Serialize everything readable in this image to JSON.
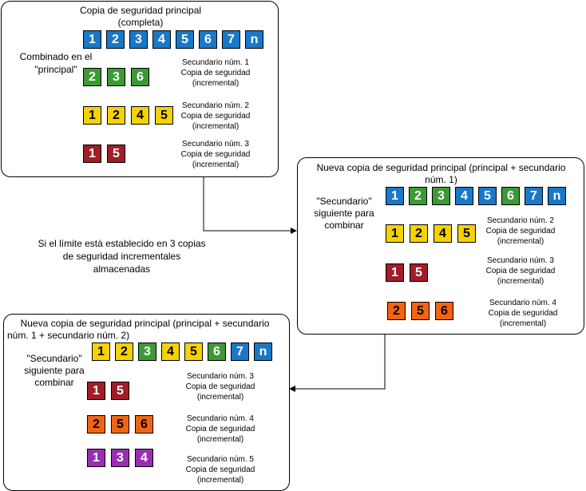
{
  "panels": [
    {
      "title_line1": "Copia de seguridad principal",
      "title_line2": "(completa)",
      "merge_note_line1": "Combinado en el",
      "merge_note_line2": "\"principal\"",
      "main_row": [
        "1",
        "2",
        "3",
        "4",
        "5",
        "6",
        "7",
        "n"
      ],
      "secondaries": [
        {
          "cells": [
            "2",
            "3",
            "6"
          ],
          "name": "Secundario núm. 1",
          "line2": "Copia de seguridad",
          "line3": "(incremental)"
        },
        {
          "cells": [
            "1",
            "2",
            "4",
            "5"
          ],
          "name": "Secundario núm. 2",
          "line2": "Copia de seguridad",
          "line3": "(incremental)"
        },
        {
          "cells": [
            "1",
            "5"
          ],
          "name": "Secundario núm. 3",
          "line2": "Copia de seguridad",
          "line3": "(incremental)"
        }
      ]
    },
    {
      "title_line1": "Nueva copia de seguridad principal (principal + secundario",
      "title_line2": "núm. 1)",
      "merge_note_line1": "\"Secundario\"",
      "merge_note_line2": "siguiente para",
      "merge_note_line3": "combinar",
      "main_row": [
        "1",
        "2",
        "3",
        "4",
        "5",
        "6",
        "7",
        "n"
      ],
      "secondaries": [
        {
          "cells": [
            "1",
            "2",
            "4",
            "5"
          ],
          "name": "Secundario núm. 2",
          "line2": "Copia de seguridad",
          "line3": "(incremental)"
        },
        {
          "cells": [
            "1",
            "5"
          ],
          "name": "Secundario núm. 3",
          "line2": "Copia de seguridad",
          "line3": "(incremental)"
        },
        {
          "cells": [
            "2",
            "5",
            "6"
          ],
          "name": "Secundario núm. 4",
          "line2": "Copia de seguridad",
          "line3": "(incremental)"
        }
      ]
    },
    {
      "title_line1": "Nueva copia de seguridad principal (principal + secundario",
      "title_line2": "núm. 1 + secundario núm. 2)",
      "merge_note_line1": "\"Secundario\"",
      "merge_note_line2": "siguiente para",
      "merge_note_line3": "combinar",
      "main_row": [
        "1",
        "2",
        "3",
        "4",
        "5",
        "6",
        "7",
        "n"
      ],
      "secondaries": [
        {
          "cells": [
            "1",
            "5"
          ],
          "name": "Secundario núm. 3",
          "line2": "Copia de seguridad",
          "line3": "(incremental)"
        },
        {
          "cells": [
            "2",
            "5",
            "6"
          ],
          "name": "Secundario núm. 4",
          "line2": "Copia de seguridad",
          "line3": "(incremental)"
        },
        {
          "cells": [
            "1",
            "3",
            "4"
          ],
          "name": "Secundario núm. 5",
          "line2": "Copia de seguridad",
          "line3": "(incremental)"
        }
      ]
    }
  ],
  "limit_note": {
    "line1": "Si el límite está establecido en 3 copias",
    "line2": "de seguridad incrementales",
    "line3": "almacenadas"
  },
  "colors": {
    "blue": "#1978c8",
    "green": "#3c9a34",
    "yellow": "#f5d200",
    "darkred": "#a11d28",
    "orange": "#f26410",
    "purple": "#9b2db3"
  }
}
